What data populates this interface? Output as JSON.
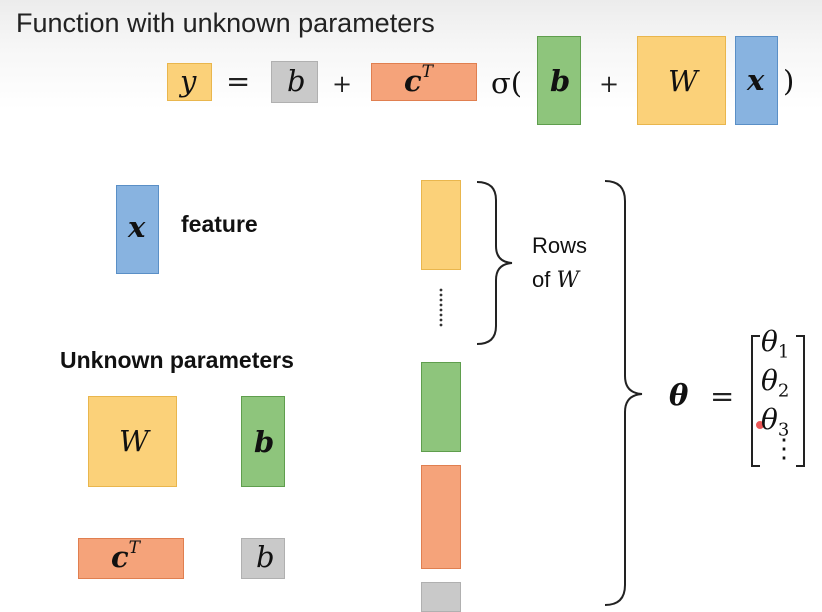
{
  "slide": {
    "title": "Function with unknown parameters",
    "equation": {
      "y": "y",
      "equals": "=",
      "b_scalar": "b",
      "plus1": "+",
      "c_transpose_base": "c",
      "c_transpose_sup": "T",
      "sigma_open": "σ(",
      "b_vector": "b",
      "plus2": "+",
      "W": "W",
      "x": "x",
      "close_paren": ")"
    },
    "feature": {
      "x_symbol": "x",
      "label": "feature"
    },
    "unknown_parameters": {
      "heading": "Unknown parameters",
      "W": "W",
      "b_vector": "b",
      "c_base": "c",
      "c_sup": "T",
      "b_scalar": "b"
    },
    "rows_annotation": {
      "line1": "Rows",
      "line2_prefix": "of ",
      "line2_var": "W"
    },
    "theta": {
      "symbol": "θ",
      "equals": "=",
      "entries": [
        {
          "base": "θ",
          "sub": "1"
        },
        {
          "base": "θ",
          "sub": "2"
        },
        {
          "base": "θ",
          "sub": "3"
        }
      ],
      "vdots": "⋮"
    }
  }
}
